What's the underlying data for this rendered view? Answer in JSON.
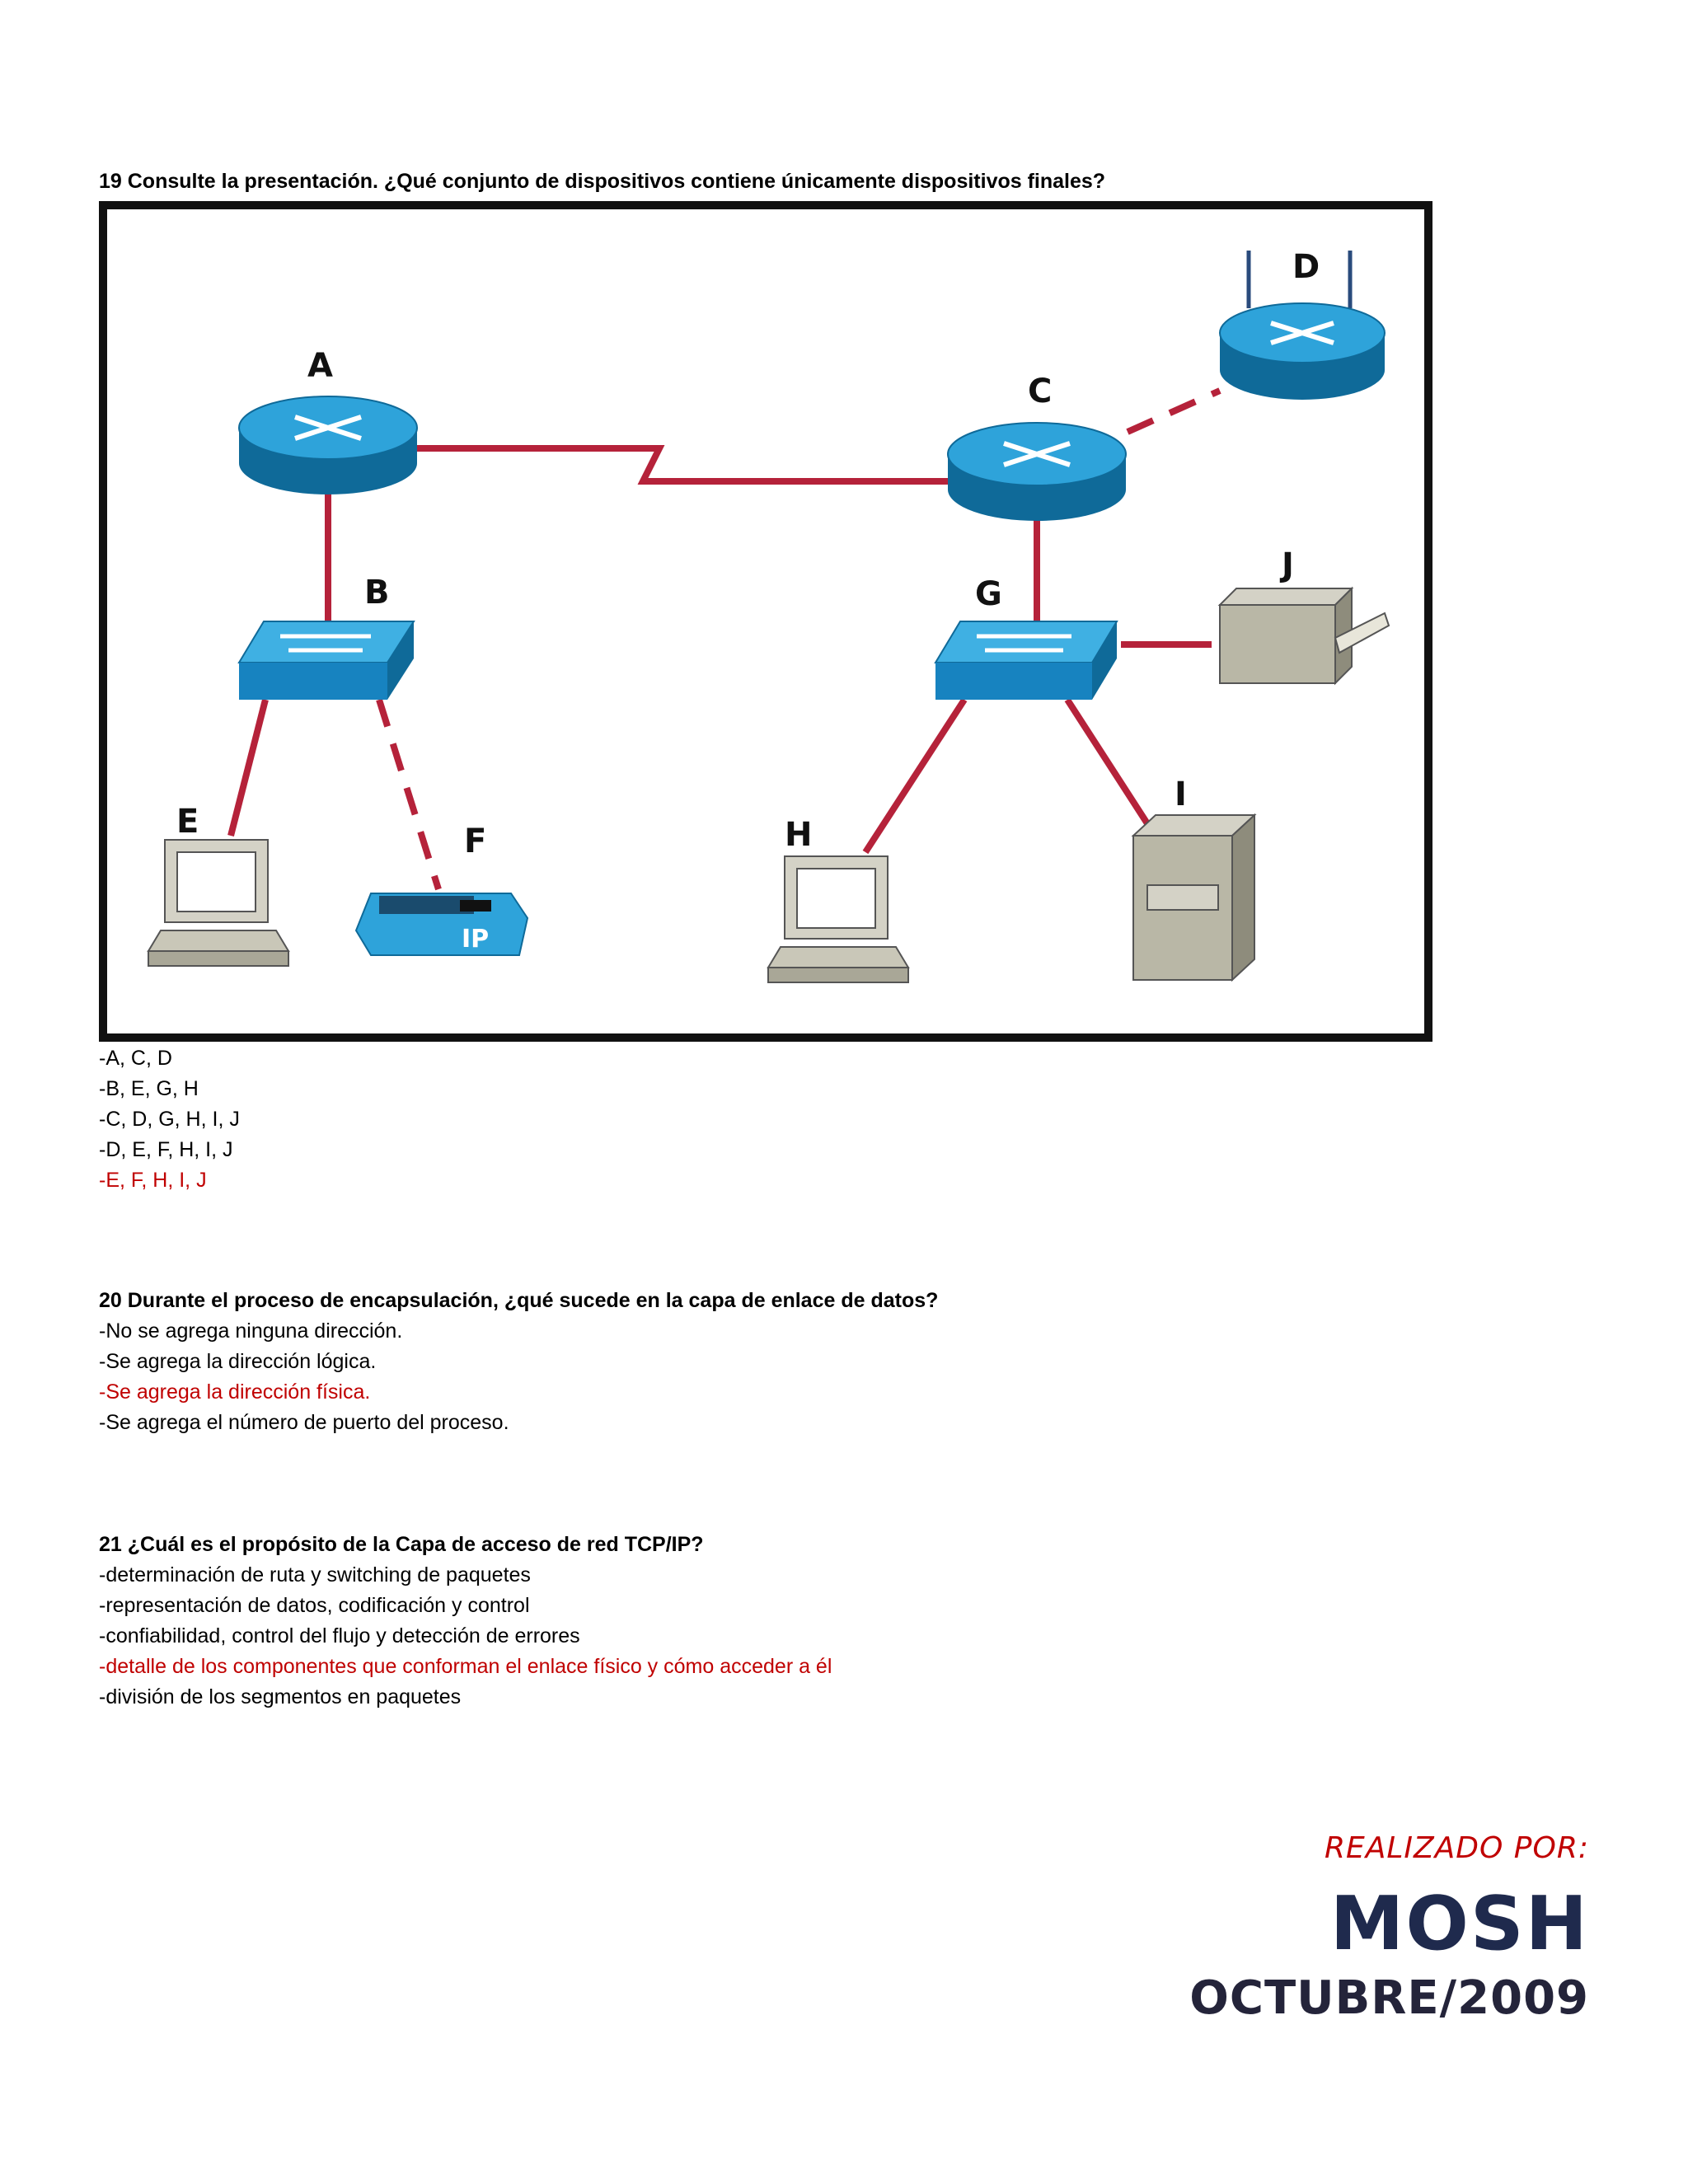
{
  "q19": {
    "title": "19 Consulte la presentación. ¿Qué conjunto de dispositivos contiene únicamente dispositivos finales?",
    "options": [
      "-A, C, D",
      "-B, E, G, H",
      "-C, D, G, H, I, J",
      "-D, E, F, H, I, J",
      "-E, F, H, I, J"
    ],
    "correct_index": 4
  },
  "diagram": {
    "labels": {
      "A": "A",
      "B": "B",
      "C": "C",
      "D": "D",
      "E": "E",
      "F": "F",
      "G": "G",
      "H": "H",
      "I": "I",
      "J": "J",
      "phone": "IP"
    }
  },
  "q20": {
    "title": "20 Durante el proceso de encapsulación, ¿qué sucede en la capa de enlace de datos?",
    "options": [
      "-No se agrega ninguna dirección.",
      "-Se agrega la dirección lógica.",
      "-Se agrega la dirección física.",
      "-Se agrega el número de puerto del proceso."
    ],
    "correct_index": 2
  },
  "q21": {
    "title": "21 ¿Cuál es el propósito de la Capa de acceso de red TCP/IP?",
    "options": [
      "-determinación de ruta y switching de paquetes",
      "-representación de datos, codificación y control",
      "-confiabilidad, control del flujo y detección de errores",
      "-detalle de los componentes que conforman el enlace físico y cómo acceder a él",
      "-división de los segmentos en paquetes"
    ],
    "correct_index": 3
  },
  "footer": {
    "made_by": "REALIZADO POR:",
    "author": "MOSH",
    "date": "OCTUBRE/2009"
  },
  "colors": {
    "correct": "#c00000",
    "link": "#b5223a",
    "device_blue": "#1e8fc8",
    "author": "#1f2a4d"
  }
}
